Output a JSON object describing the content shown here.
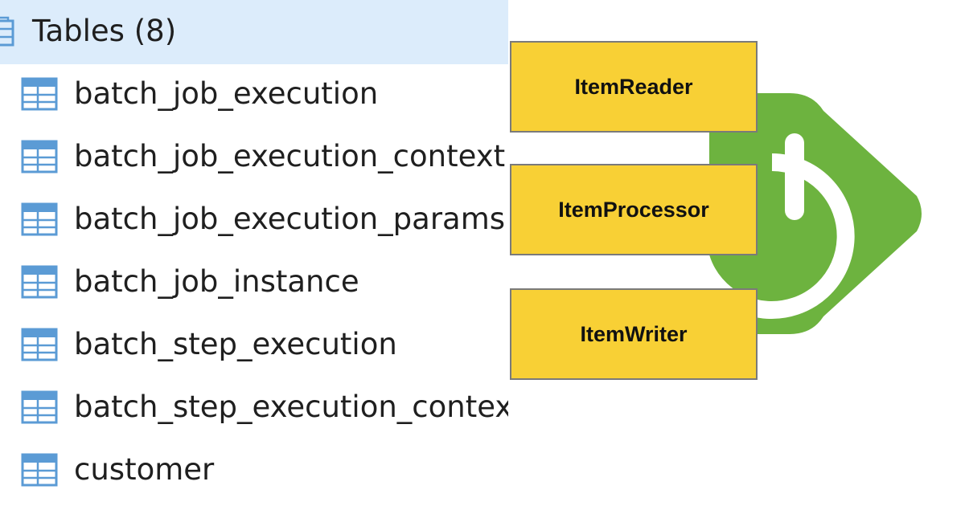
{
  "tree": {
    "header_label": "Tables (8)",
    "header_icon": "database-folder-icon",
    "tables": [
      {
        "name": "batch_job_execution",
        "icon": "table-icon"
      },
      {
        "name": "batch_job_execution_context",
        "icon": "table-icon"
      },
      {
        "name": "batch_job_execution_params",
        "icon": "table-icon"
      },
      {
        "name": "batch_job_instance",
        "icon": "table-icon"
      },
      {
        "name": "batch_step_execution",
        "icon": "table-icon"
      },
      {
        "name": "batch_step_execution_context",
        "icon": "table-icon"
      },
      {
        "name": "customer",
        "icon": "table-icon"
      }
    ]
  },
  "diagram": {
    "boxes": {
      "reader": "ItemReader",
      "processor": "ItemProcessor",
      "writer": "ItemWriter"
    },
    "logo_icon": "spring-power-icon"
  },
  "colors": {
    "header_highlight": "#dcecfb",
    "table_icon": "#5b9bd5",
    "box_fill": "#f8d035",
    "spring_green": "#6db33f"
  }
}
